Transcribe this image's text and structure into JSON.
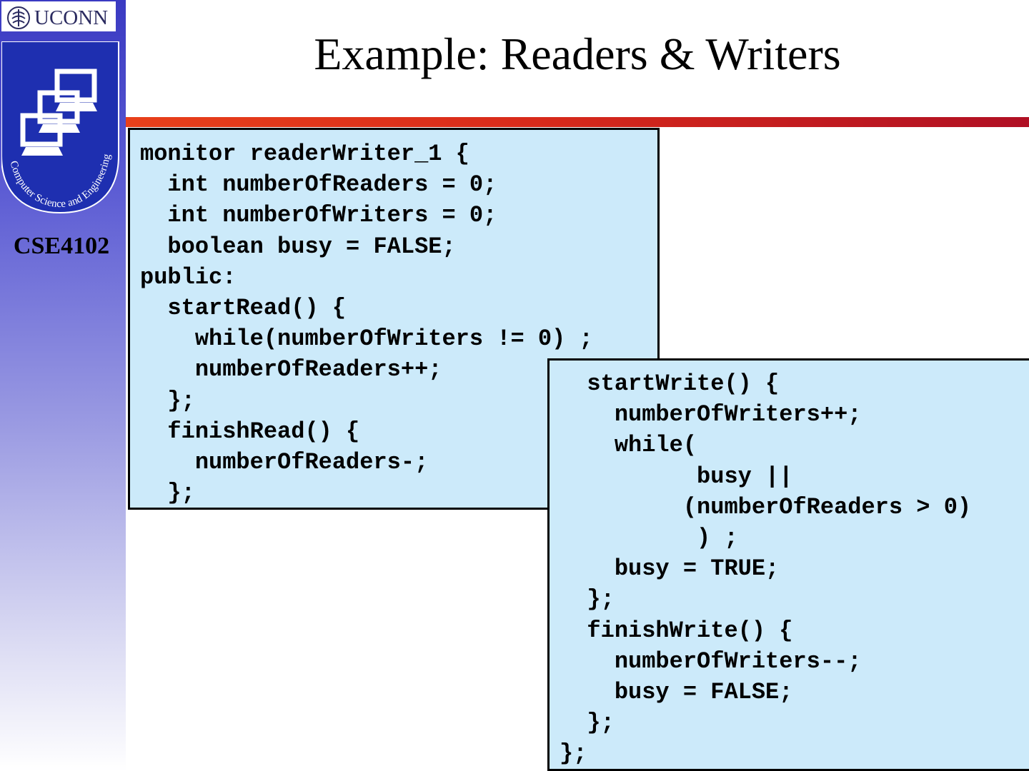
{
  "sidebar": {
    "logo_text": "UCONN",
    "emblem_text": "Computer Science and Engineering",
    "course_code": "CSE4102"
  },
  "slide": {
    "title": "Example: Readers & Writers"
  },
  "code_left": {
    "lines": [
      "monitor readerWriter_1 {",
      "  int numberOfReaders = 0;",
      "  int numberOfWriters = 0;",
      "  boolean busy = FALSE;",
      "public:",
      "  startRead() {",
      "    while(numberOfWriters != 0) ;",
      "    numberOfReaders++;",
      "  };",
      "  finishRead() {",
      "    numberOfReaders-;",
      "  };"
    ]
  },
  "code_right": {
    "lines": [
      "  startWrite() {",
      "    numberOfWriters++;",
      "    while(",
      "          busy ||",
      "         (numberOfReaders > 0)",
      "          ) ;",
      "    busy = TRUE;",
      "  };",
      "  finishWrite() {",
      "    numberOfWriters--;",
      "    busy = FALSE;",
      "  };",
      "};"
    ]
  },
  "colors": {
    "code_background": "#cceafa",
    "title_rule_start": "#e8401a",
    "title_rule_end": "#b01024",
    "sidebar_top": "#3a3ac2"
  }
}
